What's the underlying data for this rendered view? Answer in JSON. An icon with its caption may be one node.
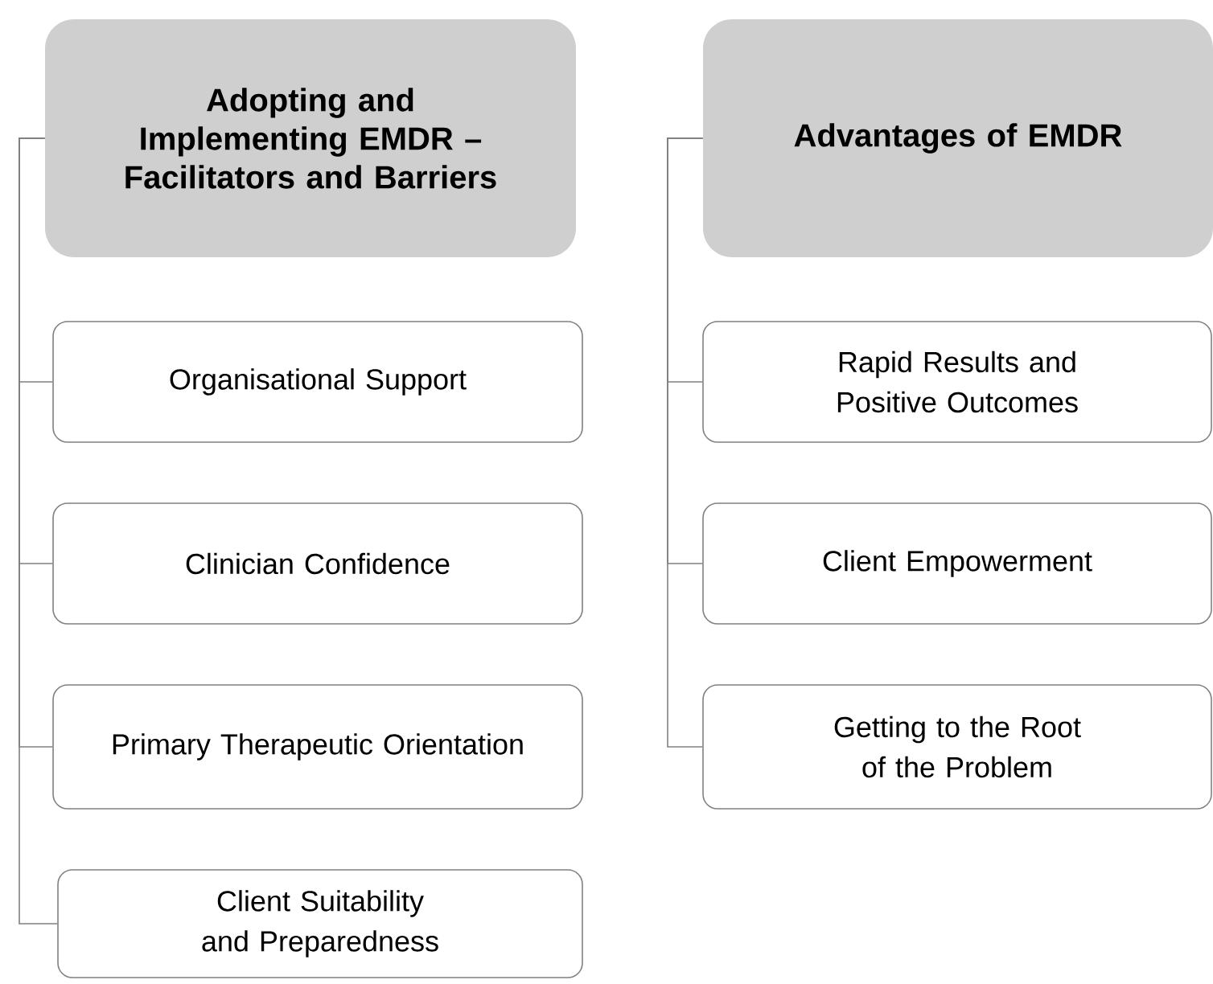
{
  "diagram": {
    "nodes": [
      {
        "text": [
          "Adopting and Implementing EMDR – Facilitators and Barriers"
        ]
      },
      {
        "text": [
          "Organisational Support"
        ]
      },
      {
        "text": [
          "Clinician Confidence"
        ]
      },
      {
        "text": [
          "Primary Therapeutic Orientation"
        ]
      },
      {
        "text": [
          "Client Suitability and Preparedness"
        ]
      },
      {
        "text": [
          "Advantages of EMDR"
        ]
      },
      {
        "text": [
          "Rapid Results and Positive Outcomes"
        ]
      },
      {
        "text": [
          "Client Empowerment"
        ]
      },
      {
        "text": [
          "Getting to the Root of the Problem"
        ]
      }
    ],
    "edges": [
      {
        "from": 0,
        "to": 1,
        "arrow": "none"
      },
      {
        "from": 0,
        "to": 2,
        "arrow": "none"
      },
      {
        "from": 0,
        "to": 3,
        "arrow": "none"
      },
      {
        "from": 0,
        "to": 4,
        "arrow": "none"
      },
      {
        "from": 5,
        "to": 6,
        "arrow": "none"
      },
      {
        "from": 5,
        "to": 7,
        "arrow": "none"
      },
      {
        "from": 5,
        "to": 8,
        "arrow": "none"
      }
    ]
  }
}
